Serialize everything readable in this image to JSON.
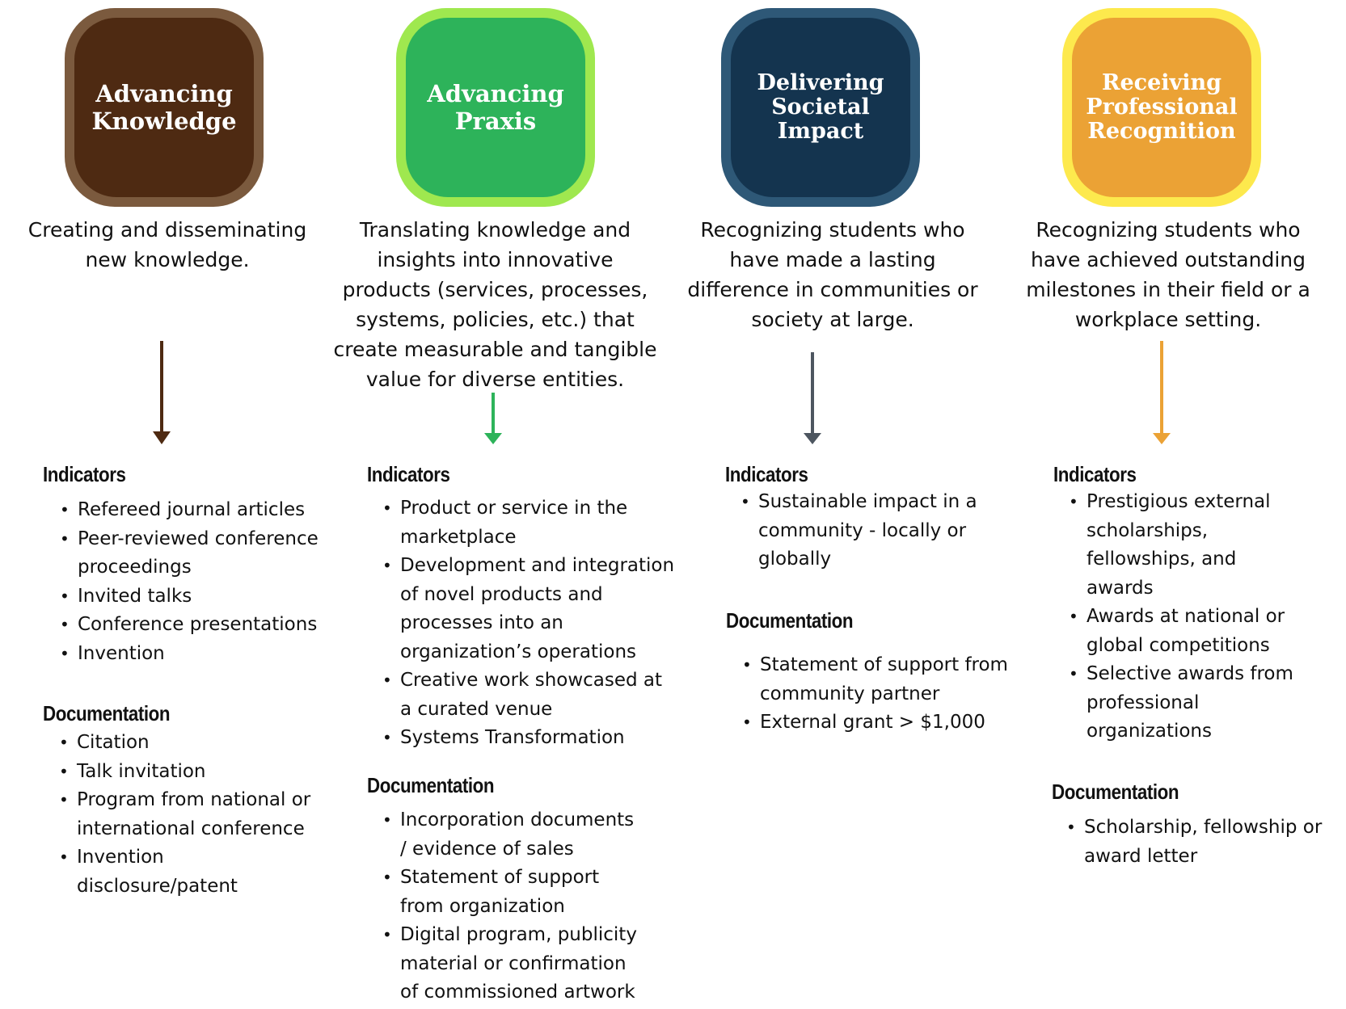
{
  "columns": [
    {
      "title": "Advancing Knowledge",
      "description": "Creating and disseminating new knowledge.",
      "indicators_heading": "Indicators",
      "indicators": [
        "Refereed journal articles",
        "Peer-reviewed conference proceedings",
        "Invited talks",
        "Conference presentations",
        "Invention"
      ],
      "documentation_heading": "Documentation",
      "documentation": [
        "Citation",
        "Talk invitation",
        "Program from national or international conference",
        "Invention disclosure/patent"
      ],
      "colors": {
        "outer": "#7b5a3e",
        "inner": "#4e2a12",
        "arrow": "#4e2a12"
      }
    },
    {
      "title": "Advancing Praxis",
      "description": "Translating knowledge and insights into innovative products (services, processes, systems, policies, etc.) that create measurable and tangible value for diverse entities.",
      "indicators_heading": "Indicators",
      "indicators": [
        "Product or service in the marketplace",
        "Development and integration of novel products and processes into an organization’s operations",
        "Creative work showcased at a curated venue",
        "Systems Transformation"
      ],
      "documentation_heading": "Documentation",
      "documentation": [
        "Incorporation documents / evidence of sales",
        "Statement of support from organization",
        "Digital program, publicity material or confirmation of commissioned artwork"
      ],
      "colors": {
        "outer": "#9fe84f",
        "inner": "#2db35a",
        "arrow": "#2db35a"
      }
    },
    {
      "title": "Delivering Societal Impact",
      "description": "Recognizing students who have made a lasting difference in communities or society at large.",
      "indicators_heading": "Indicators",
      "indicators": [
        "Sustainable impact in a community - locally or globally"
      ],
      "documentation_heading": "Documentation",
      "documentation": [
        "Statement of support from community partner",
        "External grant > $1,000"
      ],
      "colors": {
        "outer": "#2e5877",
        "inner": "#14344f",
        "arrow": "#4d5660"
      }
    },
    {
      "title": "Receiving Professional Recognition",
      "description": "Recognizing students who have achieved outstanding milestones in their field or a workplace setting.",
      "indicators_heading": "Indicators",
      "indicators": [
        "Prestigious external scholarships, fellowships, and awards",
        "Awards at national or global competitions",
        "Selective awards from professional organizations"
      ],
      "documentation_heading": "Documentation",
      "documentation": [
        "Scholarship, fellowship or award letter"
      ],
      "colors": {
        "outer": "#fde94d",
        "inner": "#eba235",
        "arrow": "#eba235"
      }
    }
  ]
}
